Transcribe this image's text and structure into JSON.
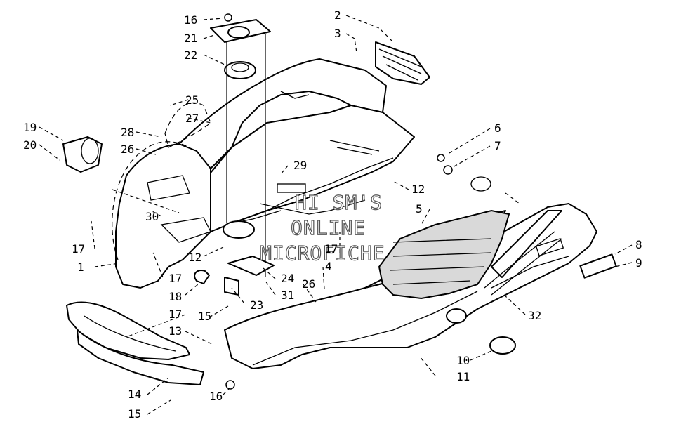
{
  "watermark": {
    "line1": "HI SM'S",
    "line2": "ONLINE",
    "line3": "MICROFICHE"
  },
  "callouts": [
    {
      "id": "c1",
      "label": "1"
    },
    {
      "id": "c2",
      "label": "2"
    },
    {
      "id": "c3",
      "label": "3"
    },
    {
      "id": "c4",
      "label": "4"
    },
    {
      "id": "c5",
      "label": "5"
    },
    {
      "id": "c6",
      "label": "6"
    },
    {
      "id": "c7",
      "label": "7"
    },
    {
      "id": "c8",
      "label": "8"
    },
    {
      "id": "c9",
      "label": "9"
    },
    {
      "id": "c10",
      "label": "10"
    },
    {
      "id": "c11",
      "label": "11"
    },
    {
      "id": "c12a",
      "label": "12"
    },
    {
      "id": "c12b",
      "label": "12"
    },
    {
      "id": "c13",
      "label": "13"
    },
    {
      "id": "c14",
      "label": "14"
    },
    {
      "id": "c15a",
      "label": "15"
    },
    {
      "id": "c15b",
      "label": "15"
    },
    {
      "id": "c16a",
      "label": "16"
    },
    {
      "id": "c16b",
      "label": "16"
    },
    {
      "id": "c17a",
      "label": "17"
    },
    {
      "id": "c17b",
      "label": "17"
    },
    {
      "id": "c17c",
      "label": "17"
    },
    {
      "id": "c17d",
      "label": "17"
    },
    {
      "id": "c18",
      "label": "18"
    },
    {
      "id": "c19",
      "label": "19"
    },
    {
      "id": "c20",
      "label": "20"
    },
    {
      "id": "c21",
      "label": "21"
    },
    {
      "id": "c22",
      "label": "22"
    },
    {
      "id": "c23",
      "label": "23"
    },
    {
      "id": "c24",
      "label": "24"
    },
    {
      "id": "c25",
      "label": "25"
    },
    {
      "id": "c26a",
      "label": "26"
    },
    {
      "id": "c26b",
      "label": "26"
    },
    {
      "id": "c27",
      "label": "27"
    },
    {
      "id": "c28",
      "label": "28"
    },
    {
      "id": "c29",
      "label": "29"
    },
    {
      "id": "c30",
      "label": "30"
    },
    {
      "id": "c31",
      "label": "31"
    },
    {
      "id": "c32",
      "label": "32"
    }
  ]
}
